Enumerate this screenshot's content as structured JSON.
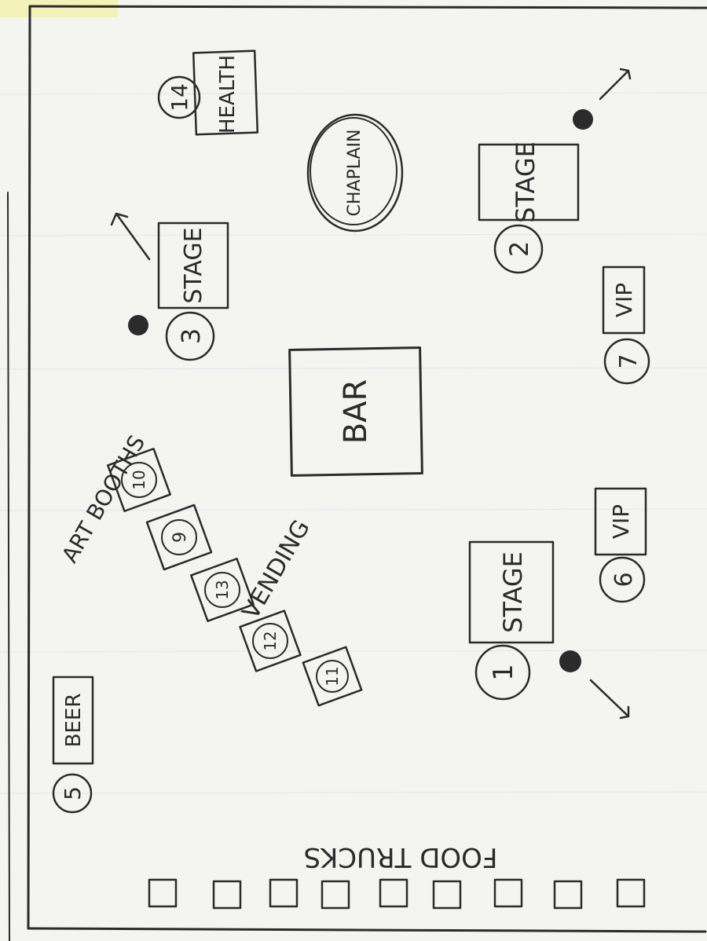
{
  "stages": [
    {
      "label": "STAGE",
      "number": "1"
    },
    {
      "label": "STAGE",
      "number": "2"
    },
    {
      "label": "STAGE",
      "number": "3"
    }
  ],
  "health": {
    "label": "HEALTH",
    "number": "14"
  },
  "chapel": {
    "label": "CHAPLAIN"
  },
  "bar": {
    "label": "BAR"
  },
  "vip": [
    {
      "label": "VIP",
      "number": "7"
    },
    {
      "label": "VIP",
      "number": "6"
    }
  ],
  "art_booths": {
    "label": "ART BOOTHS",
    "booths": [
      "10",
      "9"
    ]
  },
  "vending": {
    "label": "VENDING",
    "booths": [
      "13",
      "12",
      "11"
    ]
  },
  "beer": {
    "label": "BEER",
    "number": "5"
  },
  "food_trucks": {
    "label": "FOOD TRUCKS",
    "count": 9
  },
  "colors": {
    "ink": "#2b2b2b",
    "paper": "#f4f5f1",
    "highlight": "#f3f2b8"
  }
}
